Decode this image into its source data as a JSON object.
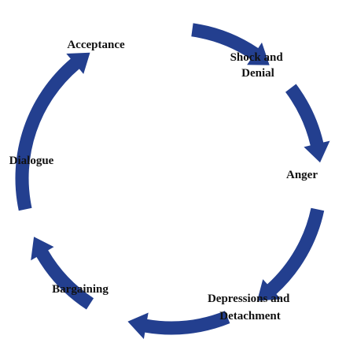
{
  "diagram": {
    "arrow_color": "#233f8f",
    "stages": [
      {
        "label_lines": [
          "Acceptance"
        ]
      },
      {
        "label_lines": [
          "Shock and",
          "Denial"
        ]
      },
      {
        "label_lines": [
          "Anger"
        ]
      },
      {
        "label_lines": [
          "Depressions and",
          "Detachment"
        ]
      },
      {
        "label_lines": [
          "Bargaining"
        ]
      },
      {
        "label_lines": [
          "Dialogue"
        ]
      }
    ]
  }
}
